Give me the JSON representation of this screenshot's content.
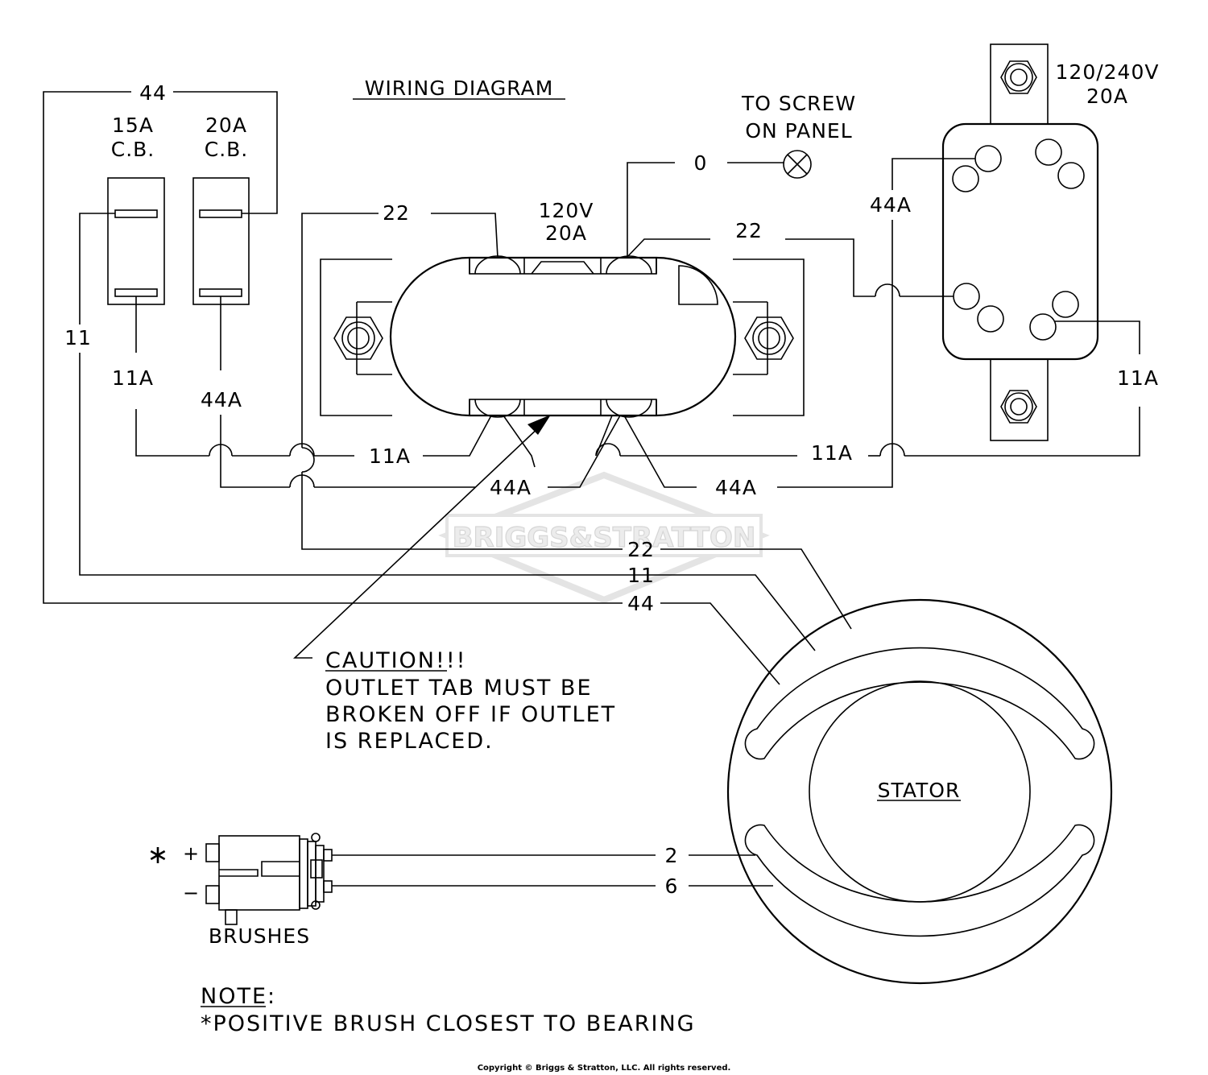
{
  "title": "WIRING DIAGRAM",
  "watermark": "BRIGGS&STRATTON",
  "copyright": "Copyright © Briggs & Stratton, LLC. All rights reserved.",
  "breakers": {
    "left": {
      "rating": "15A",
      "type": "C.B."
    },
    "right": {
      "rating": "20A",
      "type": "C.B."
    }
  },
  "outlet_120": {
    "volts": "120V",
    "amps": "20A"
  },
  "outlet_240": {
    "volts": "120/240V",
    "amps": "20A"
  },
  "screw_note": {
    "line1": "TO SCREW",
    "line2": "ON PANEL"
  },
  "wires": {
    "w44": "44",
    "w11": "11",
    "w22": "22",
    "w0": "0",
    "w11a": "11A",
    "w44a": "44A",
    "w2": "2",
    "w6": "6"
  },
  "caution": {
    "heading": "CAUTION!!!",
    "line1": "OUTLET TAB MUST BE",
    "line2": "BROKEN OFF IF OUTLET",
    "line3": "IS REPLACED."
  },
  "stator_label": "STATOR",
  "brushes": {
    "label": "BRUSHES",
    "asterisk": "∗",
    "plus": "+",
    "minus": "−"
  },
  "note": {
    "heading": "NOTE:",
    "text": "*POSITIVE BRUSH CLOSEST TO BEARING"
  }
}
